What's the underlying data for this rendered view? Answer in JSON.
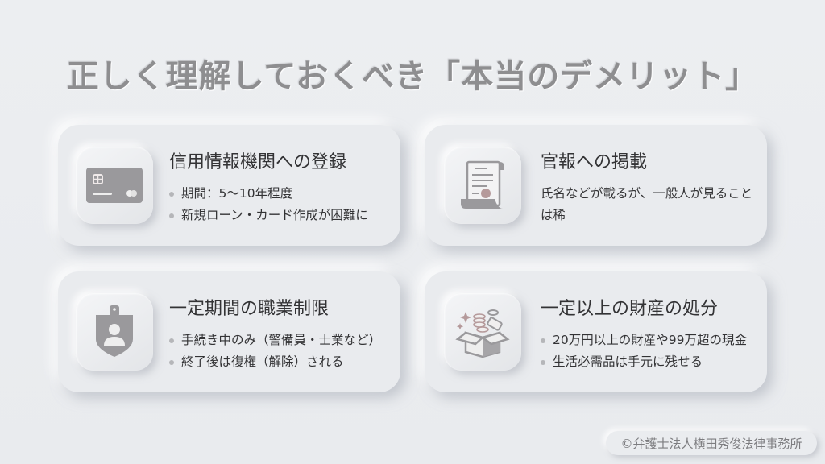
{
  "title": "正しく理解しておくべき「本当のデメリット」",
  "cards": [
    {
      "icon": "credit-card-icon",
      "title": "信用情報機関への登録",
      "bullets": [
        "期間：5〜10年程度",
        "新規ローン・カード作成が困難に"
      ]
    },
    {
      "icon": "gazette-scroll-icon",
      "title": "官報への掲載",
      "description": "氏名などが載るが、一般人が見ることは稀"
    },
    {
      "icon": "id-badge-icon",
      "title": "一定期間の職業制限",
      "bullets": [
        "手続き中のみ（警備員・士業など）",
        "終了後は復権（解除）される"
      ]
    },
    {
      "icon": "treasure-box-icon",
      "title": "一定以上の財産の処分",
      "bullets": [
        "20万円以上の財産や99万超の現金",
        "生活必需品は手元に残せる"
      ]
    }
  ],
  "footer": "©弁護士法人横田秀俊法律事務所",
  "colors": {
    "background": "#e9ebee",
    "title_text": "#8e8e90",
    "body_text": "#333335",
    "icon_gray": "#9a999c",
    "accent_rose": "#b59a9b"
  }
}
